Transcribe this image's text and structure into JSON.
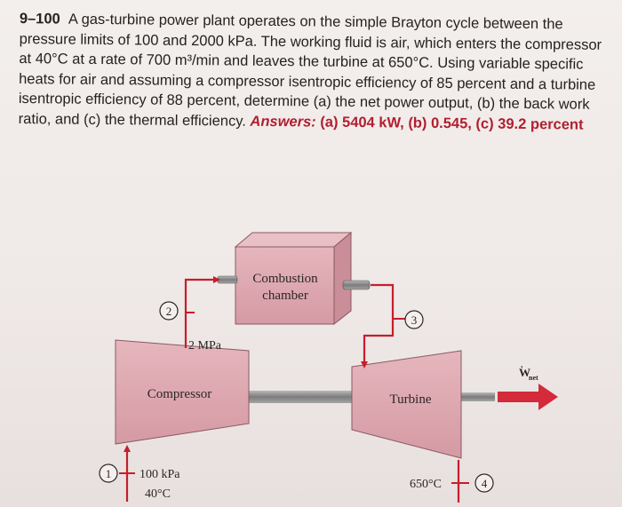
{
  "problem": {
    "number": "9–100",
    "text": "A gas-turbine power plant operates on the simple Brayton cycle between the pressure limits of 100 and 2000 kPa. The working fluid is air, which enters the compressor at 40°C at a rate of 700 m³/min and leaves the turbine at 650°C. Using variable specific heats for air and assuming a compressor isentropic efficiency of 85 percent and a turbine isentropic efficiency of 88 percent, determine (a) the net power output, (b) the back work ratio, and (c) the thermal efficiency.",
    "answers_label": "Answers:",
    "answers_text": "(a) 5404 kW, (b) 0.545, (c) 39.2 percent"
  },
  "diagram": {
    "combustion_label_1": "Combustion",
    "combustion_label_2": "chamber",
    "compressor_label": "Compressor",
    "turbine_label": "Turbine",
    "state_1": "1",
    "state_2": "2",
    "state_3": "3",
    "state_4": "4",
    "pressure_high": "2 MPa",
    "inlet_pressure": "100 kPa",
    "inlet_temperature": "40°C",
    "turbine_exit_temperature": "650°C",
    "wnet_symbol": "W",
    "wnet_subscript": "net"
  },
  "colors": {
    "text": "#252220",
    "answers": "#b01f2f",
    "component_fill": "#dca4ad",
    "duct": "#c71d2c",
    "shaft": "#8a8a8a"
  }
}
